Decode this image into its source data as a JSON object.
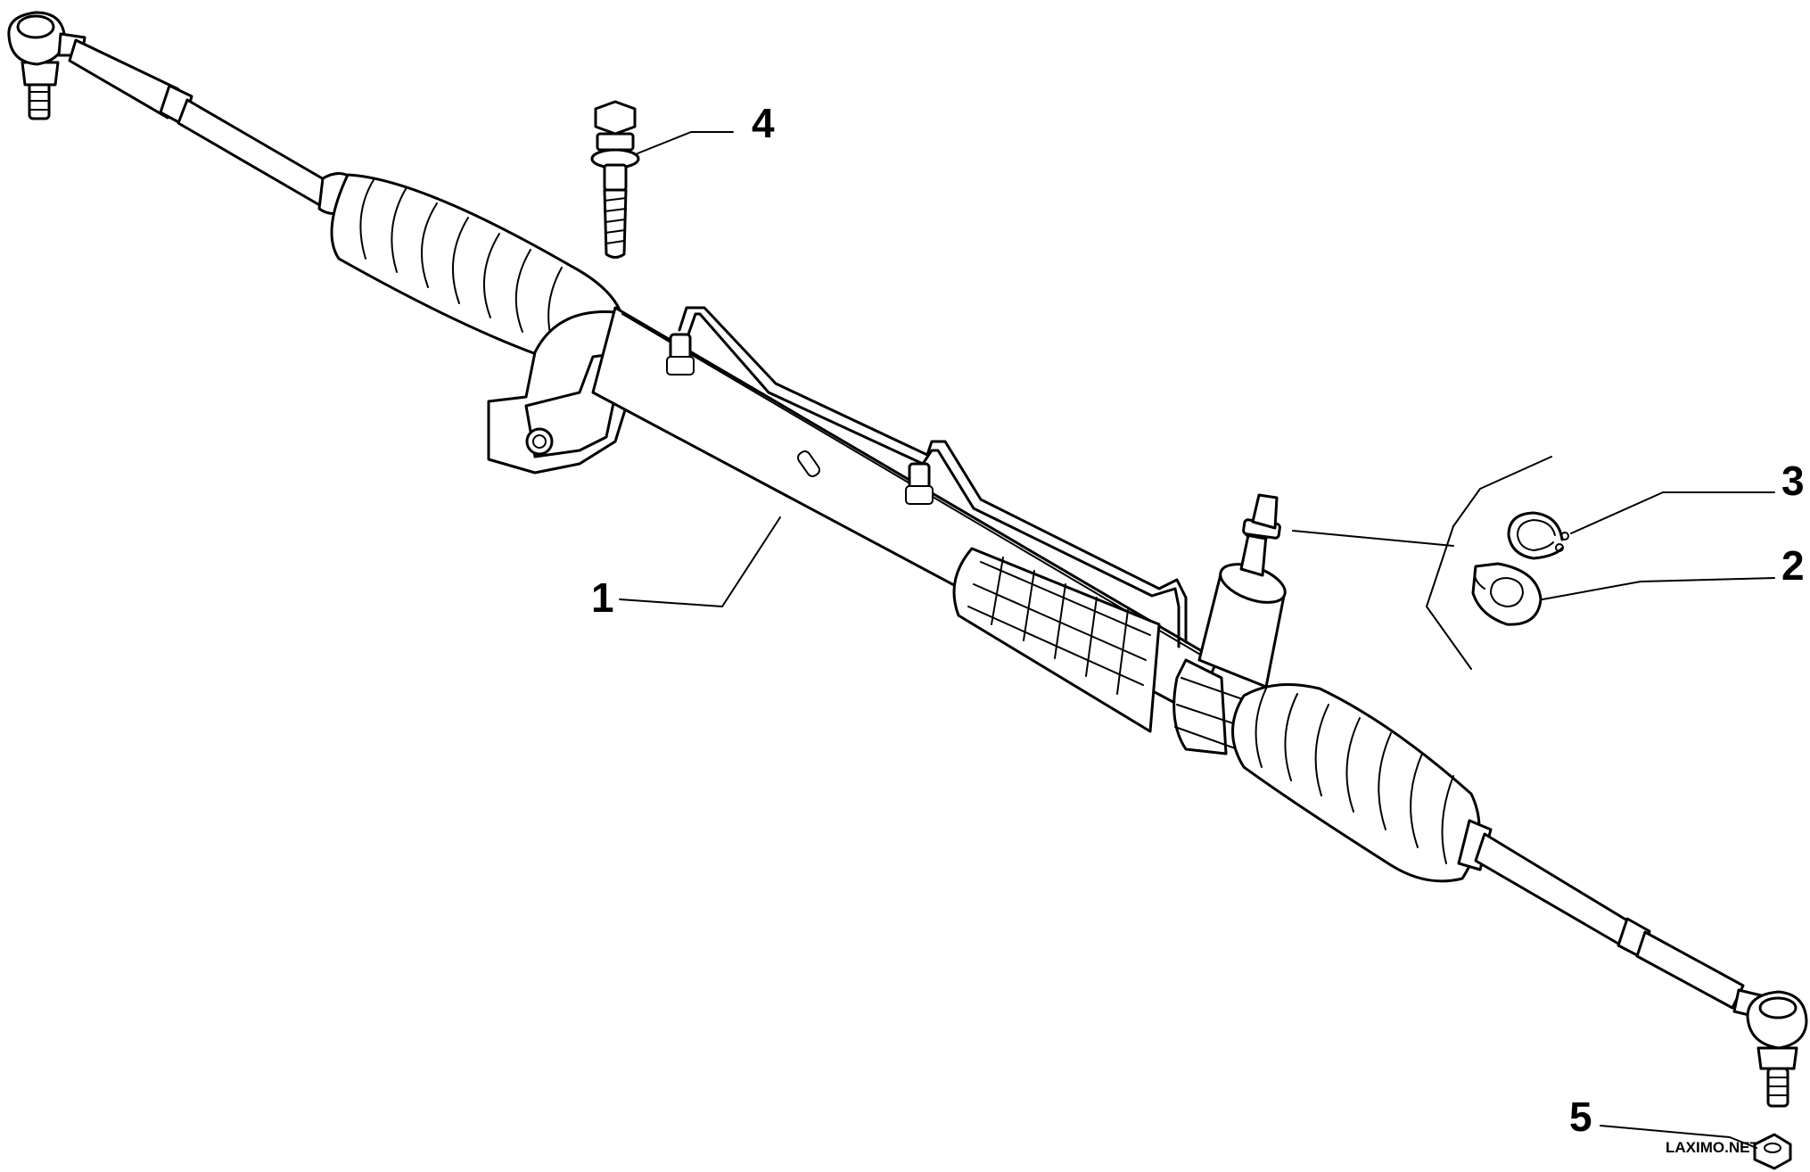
{
  "callouts": [
    {
      "id": "1",
      "label": "1"
    },
    {
      "id": "2",
      "label": "2"
    },
    {
      "id": "3",
      "label": "3"
    },
    {
      "id": "4",
      "label": "4"
    },
    {
      "id": "5",
      "label": "5"
    }
  ],
  "watermark": "LAXIMO.NET"
}
